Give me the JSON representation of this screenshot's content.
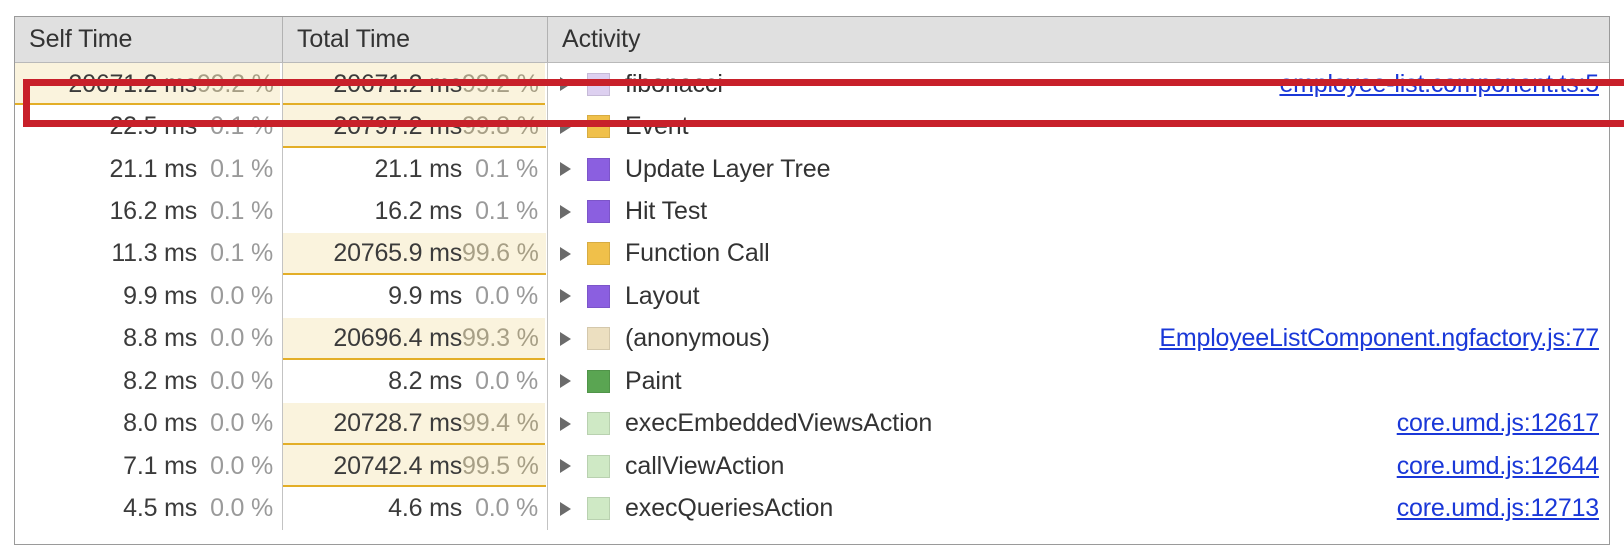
{
  "panel": {
    "name": "bottom-up-tree",
    "columns": [
      {
        "key": "self",
        "label": "Self Time"
      },
      {
        "key": "total",
        "label": "Total Time"
      },
      {
        "key": "activity",
        "label": "Activity"
      }
    ]
  },
  "colors": {
    "selection_border": "#c8202a",
    "link": "#1a38d8",
    "bar_fill": "#faf3dd",
    "bar_line": "#e3ae27",
    "header_bg": "#e0e0e0",
    "scripting_yellow": "#f0c04a",
    "rendering_purple": "#8b5fe0",
    "painting_green": "#5aa552",
    "fibonacci_lavender": "#ddd0f0",
    "anonymous_tan": "#ecdfc0",
    "action_mint": "#cfe9c5"
  },
  "rows": [
    {
      "self_ms": "20671.2 ms",
      "self_pct": "99.2 %",
      "total_ms": "20671.2 ms",
      "total_pct": "99.2 %",
      "self_bar": 99.2,
      "total_bar": 99.2,
      "activity": "fibonacci",
      "swatch": "fibonacci_lavender",
      "source": "employee-list.component.ts:5",
      "selected": true
    },
    {
      "self_ms": "22.5 ms",
      "self_pct": "0.1 %",
      "total_ms": "20797.2 ms",
      "total_pct": "99.8 %",
      "self_bar": 0.1,
      "total_bar": 99.8,
      "activity": "Event",
      "swatch": "scripting_yellow",
      "source": "",
      "selected": false
    },
    {
      "self_ms": "21.1 ms",
      "self_pct": "0.1 %",
      "total_ms": "21.1 ms",
      "total_pct": "0.1 %",
      "self_bar": 0.1,
      "total_bar": 0.1,
      "activity": "Update Layer Tree",
      "swatch": "rendering_purple",
      "source": "",
      "selected": false
    },
    {
      "self_ms": "16.2 ms",
      "self_pct": "0.1 %",
      "total_ms": "16.2 ms",
      "total_pct": "0.1 %",
      "self_bar": 0.1,
      "total_bar": 0.1,
      "activity": "Hit Test",
      "swatch": "rendering_purple",
      "source": "",
      "selected": false
    },
    {
      "self_ms": "11.3 ms",
      "self_pct": "0.1 %",
      "total_ms": "20765.9 ms",
      "total_pct": "99.6 %",
      "self_bar": 0.1,
      "total_bar": 99.6,
      "activity": "Function Call",
      "swatch": "scripting_yellow",
      "source": "",
      "selected": false
    },
    {
      "self_ms": "9.9 ms",
      "self_pct": "0.0 %",
      "total_ms": "9.9 ms",
      "total_pct": "0.0 %",
      "self_bar": 0.0,
      "total_bar": 0.0,
      "activity": "Layout",
      "swatch": "rendering_purple",
      "source": "",
      "selected": false
    },
    {
      "self_ms": "8.8 ms",
      "self_pct": "0.0 %",
      "total_ms": "20696.4 ms",
      "total_pct": "99.3 %",
      "self_bar": 0.0,
      "total_bar": 99.3,
      "activity": "(anonymous)",
      "swatch": "anonymous_tan",
      "source": "EmployeeListComponent.ngfactory.js:77",
      "selected": false
    },
    {
      "self_ms": "8.2 ms",
      "self_pct": "0.0 %",
      "total_ms": "8.2 ms",
      "total_pct": "0.0 %",
      "self_bar": 0.0,
      "total_bar": 0.0,
      "activity": "Paint",
      "swatch": "painting_green",
      "source": "",
      "selected": false
    },
    {
      "self_ms": "8.0 ms",
      "self_pct": "0.0 %",
      "total_ms": "20728.7 ms",
      "total_pct": "99.4 %",
      "self_bar": 0.0,
      "total_bar": 99.4,
      "activity": "execEmbeddedViewsAction",
      "swatch": "action_mint",
      "source": "core.umd.js:12617",
      "selected": false
    },
    {
      "self_ms": "7.1 ms",
      "self_pct": "0.0 %",
      "total_ms": "20742.4 ms",
      "total_pct": "99.5 %",
      "self_bar": 0.0,
      "total_bar": 99.5,
      "activity": "callViewAction",
      "swatch": "action_mint",
      "source": "core.umd.js:12644",
      "selected": false
    },
    {
      "self_ms": "4.5 ms",
      "self_pct": "0.0 %",
      "total_ms": "4.6 ms",
      "total_pct": "0.0 %",
      "self_bar": 0.0,
      "total_bar": 0.0,
      "activity": "execQueriesAction",
      "swatch": "action_mint",
      "source": "core.umd.js:12713",
      "selected": false
    }
  ]
}
